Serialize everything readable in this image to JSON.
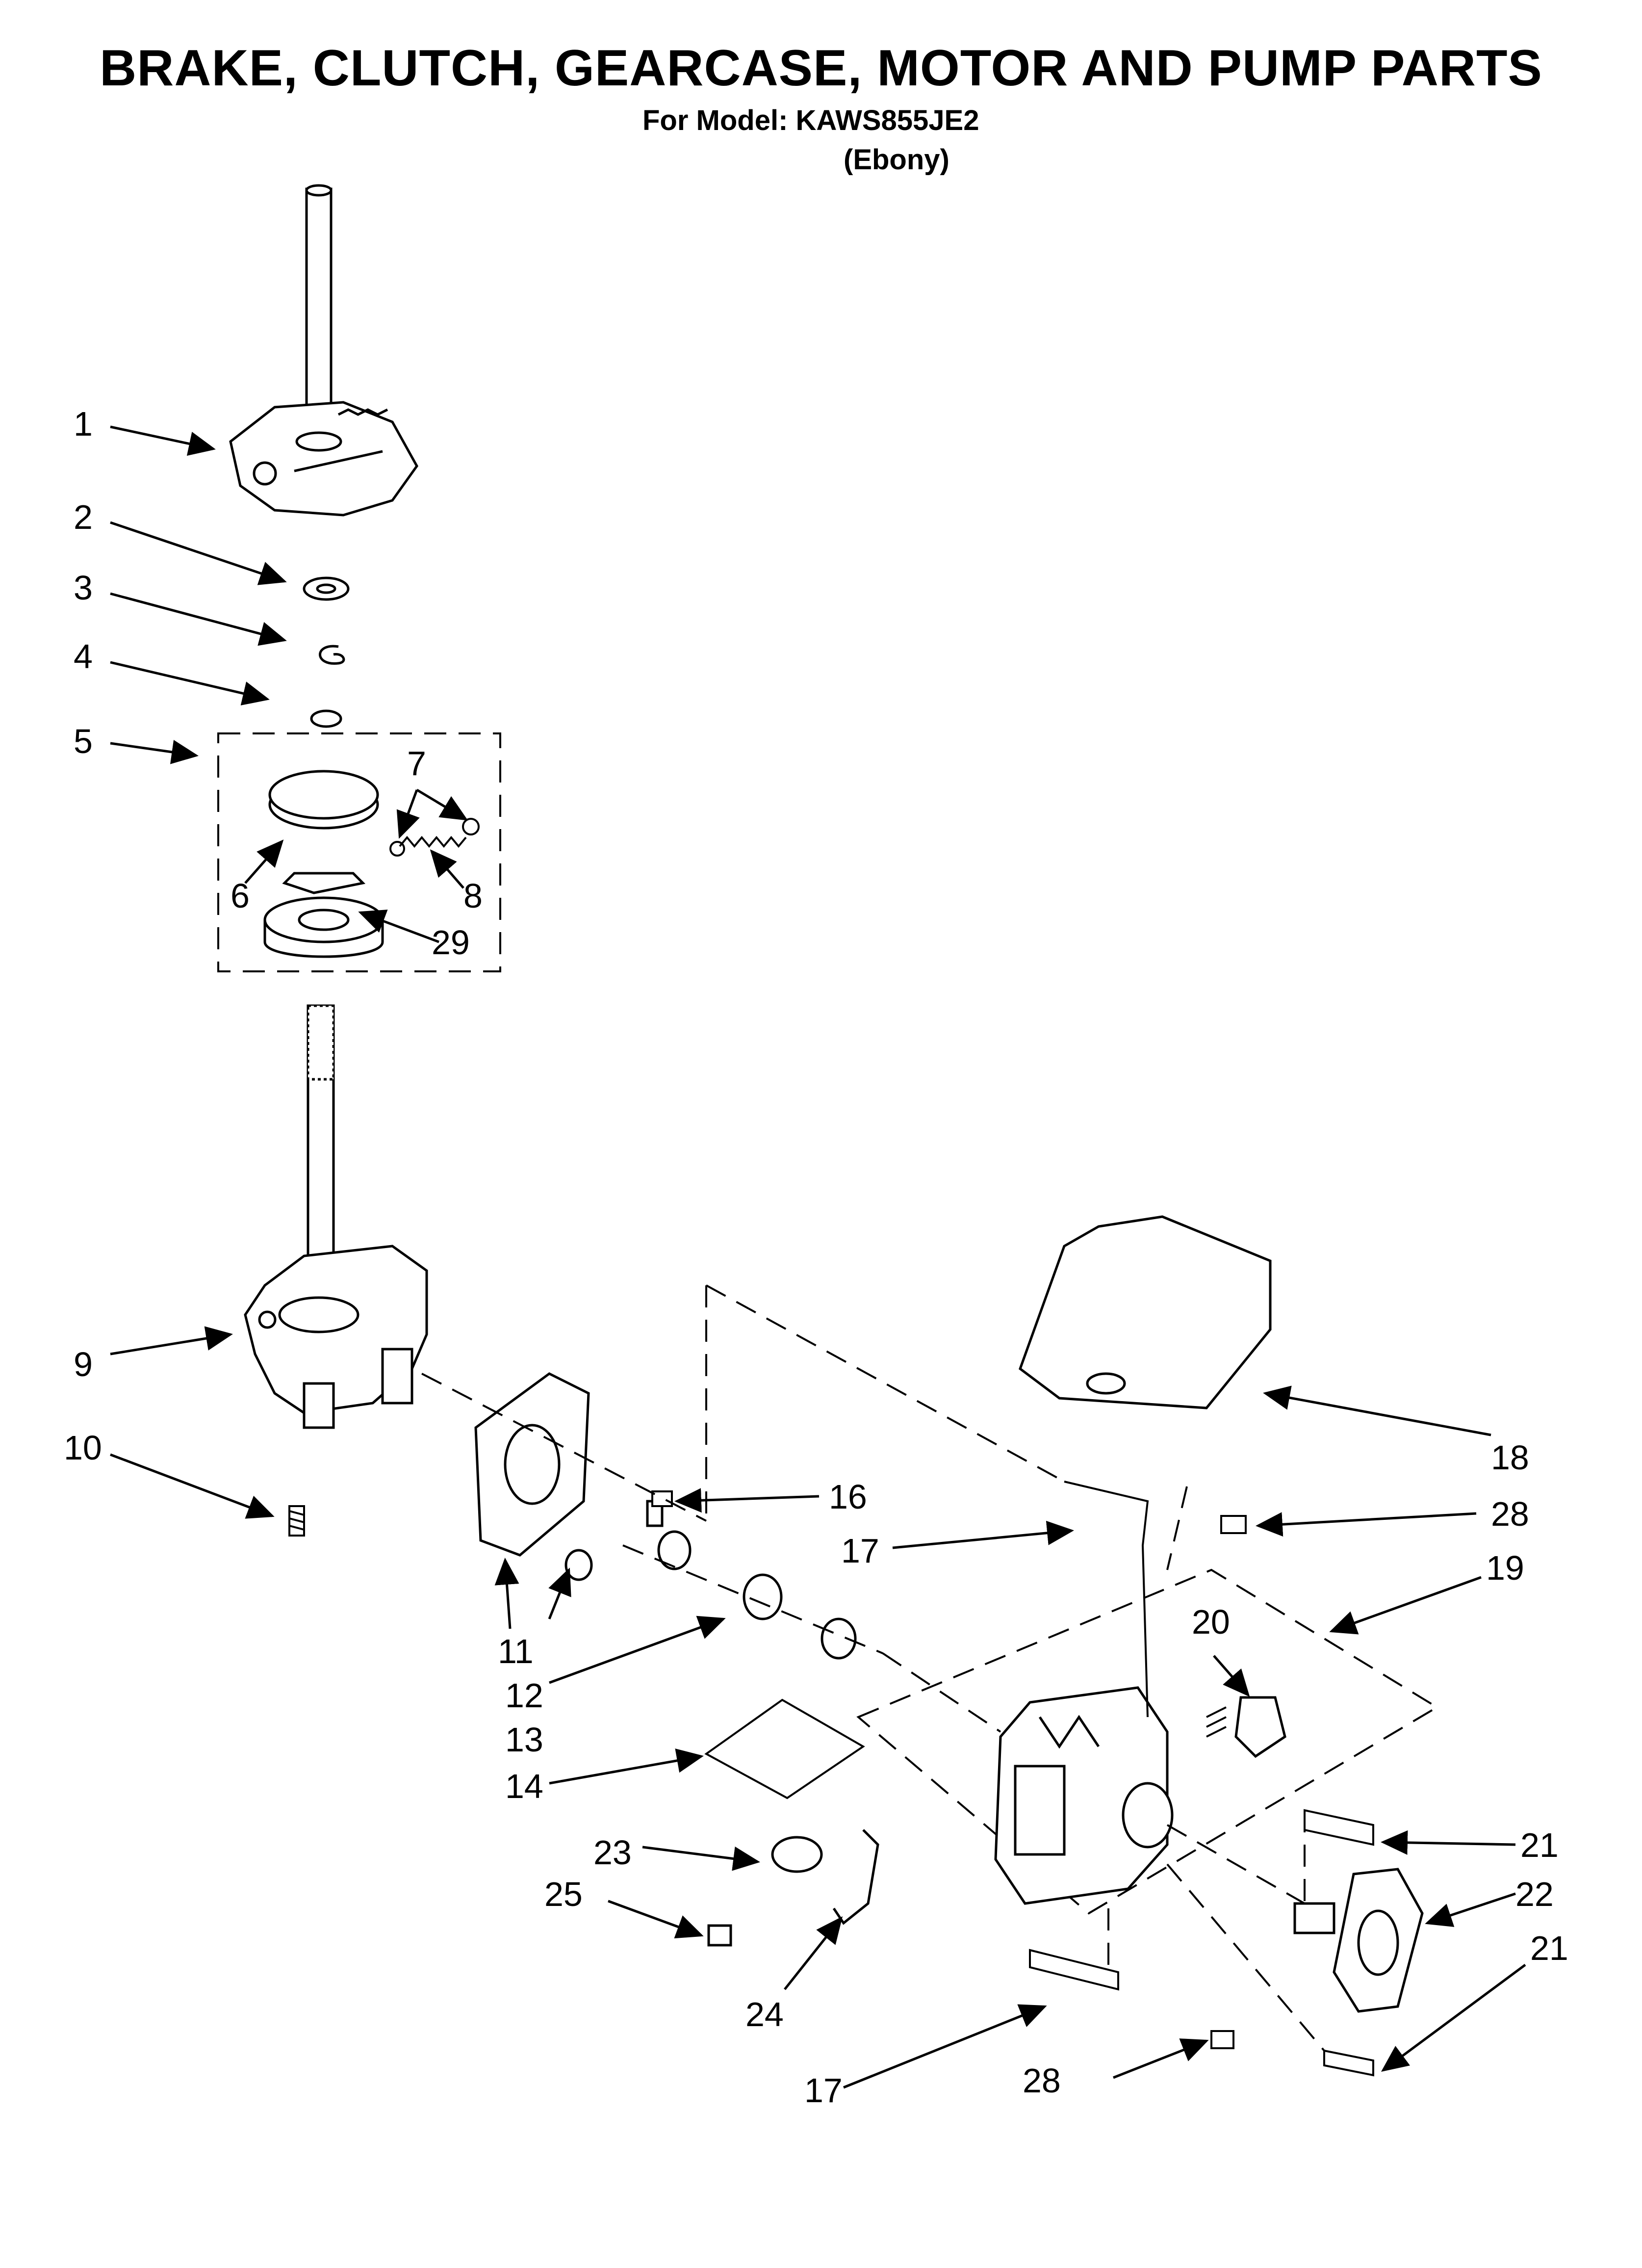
{
  "header": {
    "title": "BRAKE, CLUTCH, GEARCASE, MOTOR AND PUMP PARTS",
    "model_line": "For Model: KAWS855JE2",
    "variant": "(Ebony)"
  },
  "callouts": [
    "1",
    "2",
    "3",
    "4",
    "5",
    "7",
    "6",
    "8",
    "29",
    "9",
    "10",
    "16",
    "11",
    "17",
    "12",
    "13",
    "14",
    "23",
    "25",
    "24",
    "17",
    "28",
    "19",
    "20",
    "21",
    "22",
    "21",
    "28",
    "18"
  ]
}
